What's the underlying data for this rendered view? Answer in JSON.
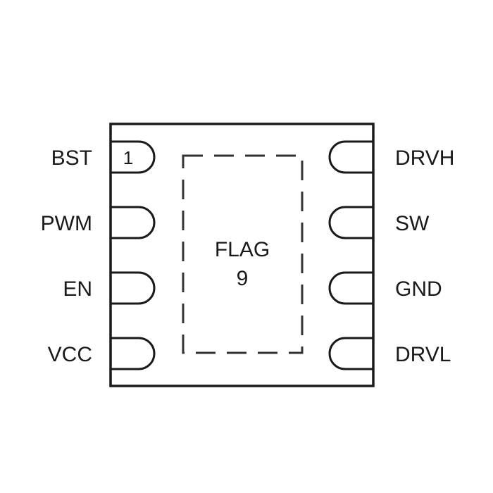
{
  "package": {
    "left_pins": [
      {
        "name": "BST",
        "number": "1"
      },
      {
        "name": "PWM"
      },
      {
        "name": "EN"
      },
      {
        "name": "VCC"
      }
    ],
    "right_pins": [
      {
        "name": "DRVH"
      },
      {
        "name": "SW"
      },
      {
        "name": "GND"
      },
      {
        "name": "DRVL"
      }
    ],
    "flag": {
      "label": "FLAG",
      "number": "9"
    }
  }
}
